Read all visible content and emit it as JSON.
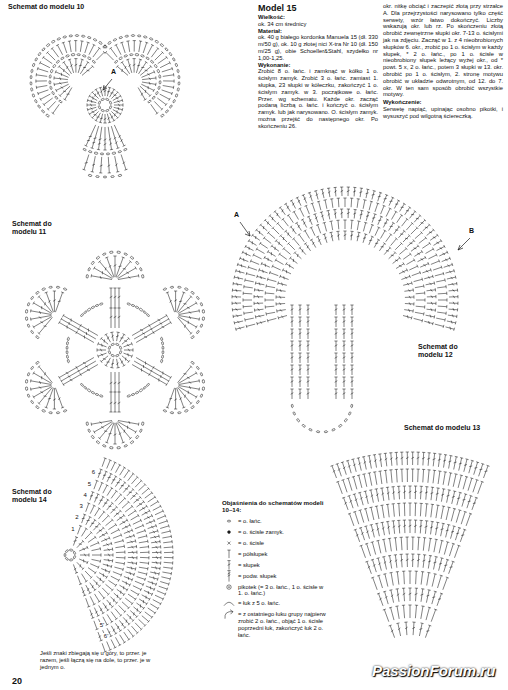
{
  "diagram": {
    "labels": [
      "Schemat do modelu 10",
      "A",
      "Model 15",
      "Wielkość:",
      "ok. 34 cm średnicy",
      "Materiał:",
      "ok. 40 g białego kordonka Manuela 15 (dł. 330 m/50 g), ok. 10 g złotej nici X-tra Nr 10 (dł. 150 m/25 g), obie Schoeller&Stahl, szydełko nr 1,00-1,25.",
      "Wykonanie:",
      "Zrobić 8 o. łańc. i zamknąć w kółko 1 o. ścisłym zamyk. Zrobić 3 o. łańc. zamiast 1. słupka, 23 słupki w kółeczku, zakończyć 1 o. ścisłym zamyk. w 3. początkowe o. łańc. Przer. wg schematu. Każde okr. zacząć podaną liczbą o. łańc. i kończyć o. ścisłym zamyk. lub jak narysowano. O. ścisłym zamyk. można przejść do następnego okr. Po skończeniu 26.",
      "okr. nitkę obciąć i zaczepić złotą przy strzałce A. Dla przejrzystości narysowano tylko część serwety, wzór łatwo dokończyć. Liczby wskazują okr. lub rz. Po skończeniu złotą obrobić zewnętrzne słupki okr. 7-13 o. ścisłymi jak na zdjęciu. Zacząć w 1. z 4 nieobrobionych słupków 6. okr., zrobić po 1 o. ścisłym w każdy słupek, * 2 o. łańc., po 1 o. ścisłe w nieobrobiony słupek leżący wyżej okr., od * powt. 5 x, 2 o. łańc., potem 3 słupki w 13. okr. obrobić po 1 o. ścisłym, 2. stronę motywu obrobić w układzie odwrotnym, od 12. do 7. okr. W ten sam sposób obrobić wszystkie motywy.",
      "Wykończenie:",
      "Serwetę napiąć, upinając osobno pikotki, i wysuszyć pod wilgotną ściereczką.",
      "Schemat do modelu 11",
      "Schemat do modelu 12",
      "A",
      "B",
      "Schemat do modelu 13",
      "Schemat do modelu 14",
      "1",
      "2",
      "3",
      "4",
      "5",
      "6",
      "5'",
      "6'",
      "Jeśli znaki zbiegają się u góry, to przer. je razem, jeśli łączą się na dole, to przer. je w jednym o.",
      "20",
      "PassionForum.ru",
      "Objaśnienia do schematów modeli 10–14:"
    ],
    "legend": [
      {
        "text": "= o. łańc."
      },
      {
        "text": "= o. ścisłe zamyk."
      },
      {
        "text": "= o. ścisłe"
      },
      {
        "text": "= półsłupek"
      },
      {
        "text": "= słupek"
      },
      {
        "text": "= podw. słupek"
      },
      {
        "text": "pikotek (= 3 o. łańc., 1 o. ścisłe w 1. o. łańc.)"
      },
      {
        "text": "= łuk z 5 o. łańc."
      },
      {
        "text": "= z ostatniego łuku grupy najpierw zrobić 2 o. łańc., objąć 1 o. ścisłe poprzedni łuk, zakończyć łuk 2 o. łańc."
      }
    ]
  }
}
